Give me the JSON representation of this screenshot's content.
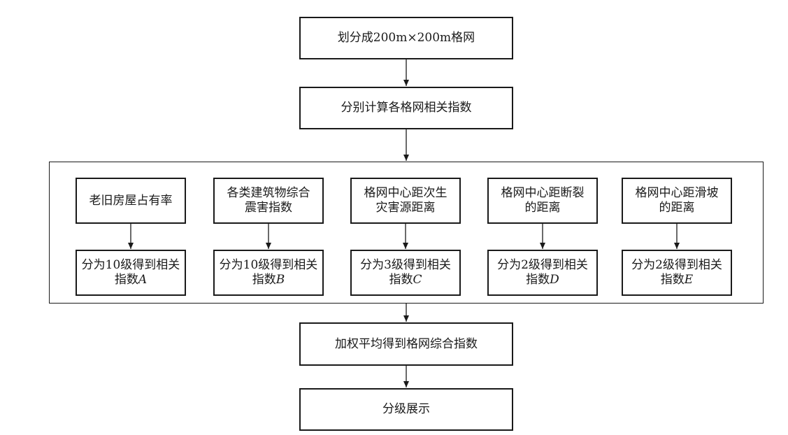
{
  "steps": {
    "s1": "划分成200m×200m格网",
    "s2": "分别计算各格网相关指数",
    "s3": "加权平均得到格网综合指数",
    "s4": "分级展示"
  },
  "factors": [
    {
      "top": [
        "老旧房屋占有率"
      ],
      "bottom_line1": "分为10级得到相关",
      "bottom_prefix": "指数",
      "bottom_var": "A"
    },
    {
      "top": [
        "各类建筑物综合",
        "震害指数"
      ],
      "bottom_line1": "分为10级得到相关",
      "bottom_prefix": "指数",
      "bottom_var": "B"
    },
    {
      "top": [
        "格网中心距次生",
        "灾害源距离"
      ],
      "bottom_line1": "分为3级得到相关",
      "bottom_prefix": "指数",
      "bottom_var": "C"
    },
    {
      "top": [
        "格网中心距断裂",
        "的距离"
      ],
      "bottom_line1": "分为2级得到相关",
      "bottom_prefix": "指数",
      "bottom_var": "D"
    },
    {
      "top": [
        "格网中心距滑坡",
        "的距离"
      ],
      "bottom_line1": "分为2级得到相关",
      "bottom_prefix": "指数",
      "bottom_var": "E"
    }
  ]
}
